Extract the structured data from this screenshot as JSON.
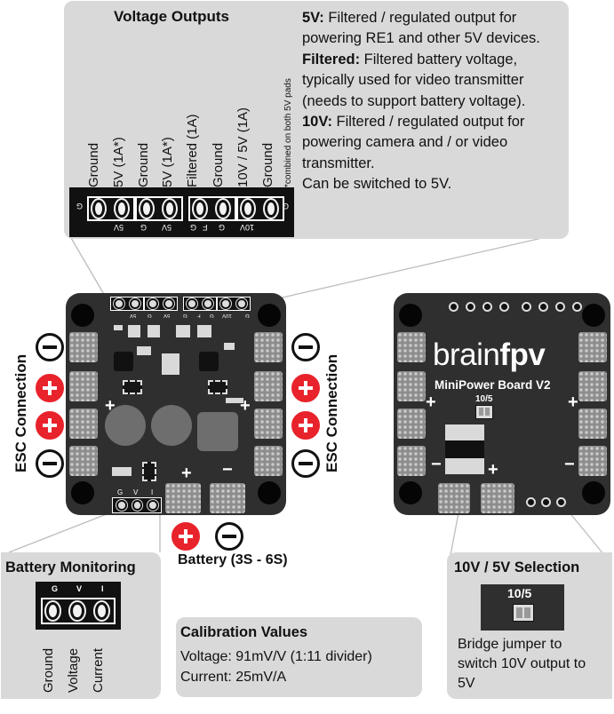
{
  "voltage_outputs": {
    "title": "Voltage Outputs",
    "pin_labels": [
      "Ground",
      "5V (1A*)",
      "Ground",
      "5V (1A*)",
      "Filtered (1A)",
      "Ground",
      "10V / 5V (1A)",
      "Ground"
    ],
    "footnote": "*combined on both 5V pads",
    "connector_bottom_labels": [
      "5V",
      "G",
      "5V",
      "G",
      "F",
      "G",
      "10V"
    ],
    "connector_end_label": "G",
    "descriptions": [
      {
        "term": "5V:",
        "text": " Filtered / regulated output for powering RE1 and other 5V devices."
      },
      {
        "term": "Filtered:",
        "text": " Filtered battery voltage, typically used for video transmitter (needs to support battery voltage)."
      },
      {
        "term": "10V:",
        "text": " Filtered / regulated output for powering camera and / or video transmitter."
      }
    ],
    "note": "Can be switched to 5V."
  },
  "esc_connection": {
    "left_label": "ESC Connection",
    "right_label": "ESC Connection"
  },
  "board_front": {
    "pad_small_labels": [
      "G",
      "V",
      "I"
    ],
    "top_connector_labels": [
      "5V",
      "G",
      "5V",
      "G",
      "F",
      "G",
      "10V",
      "G"
    ]
  },
  "board_back": {
    "brand_regular": "brain",
    "brand_bold": "fpv",
    "board_name": "MiniPower Board V2",
    "jumper_label": "10/5"
  },
  "battery": {
    "label": "Battery (3S - 6S)"
  },
  "battery_monitoring": {
    "title": "Battery Monitoring",
    "pin_labels": [
      "G",
      "V",
      "I"
    ],
    "vertical_labels": [
      "Ground",
      "Voltage",
      "Current"
    ]
  },
  "calibration": {
    "title": "Calibration Values",
    "voltage": "Voltage: 91mV/V (1:11 divider)",
    "current": "Current: 25mV/A"
  },
  "selection": {
    "title": "10V / 5V Selection",
    "jumper_label": "10/5",
    "text": "Bridge jumper to switch 10V output to 5V"
  },
  "colors": {
    "callout_bg": "#d9d9d9",
    "pcb": "#2f2f2f",
    "plus_red": "#e8232b"
  }
}
